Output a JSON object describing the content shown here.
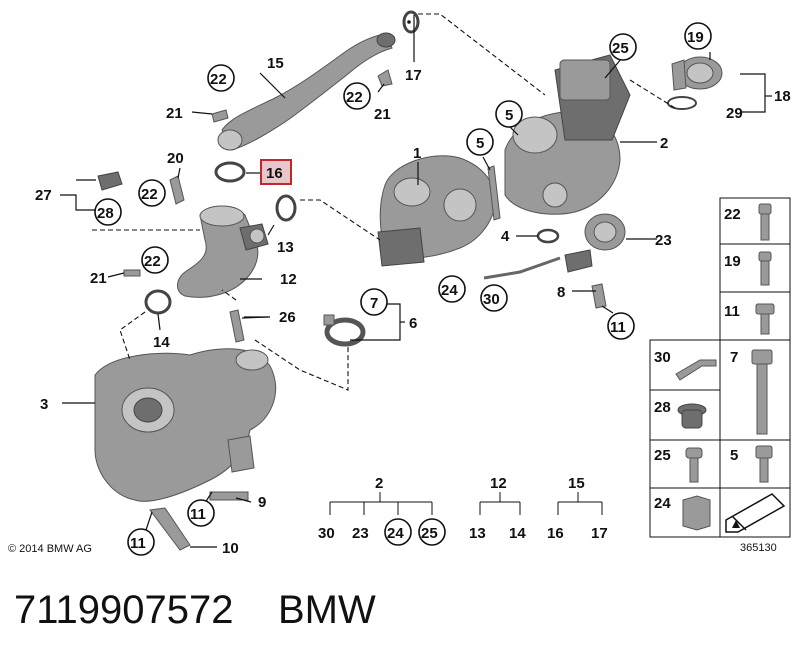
{
  "copyright": "© 2014 BMW AG",
  "image_number": "365130",
  "footer": {
    "part_number": "7119907572",
    "brand": "BMW"
  },
  "callouts": {
    "c1": "1",
    "c2a": "2",
    "c3": "3",
    "c4": "4",
    "c5a": "5",
    "c5b": "5",
    "c6": "6",
    "c7": "7",
    "c8": "8",
    "c9": "9",
    "c10": "10",
    "c11a": "11",
    "c11b": "11",
    "c11c": "11",
    "c12": "12",
    "c13": "13",
    "c14": "14",
    "c15": "15",
    "c16": "16",
    "c17": "17",
    "c18": "18",
    "c19": "19",
    "c20": "20",
    "c21a": "21",
    "c21b": "21",
    "c21c": "21",
    "c22a": "22",
    "c22b": "22",
    "c22c": "22",
    "c22d": "22",
    "c23": "23",
    "c24": "24",
    "c25": "25",
    "c26": "26",
    "c27": "27",
    "c28": "28",
    "c29": "29",
    "c30": "30"
  },
  "groups": [
    {
      "parent": "2",
      "children": [
        "30",
        "23",
        "24",
        "25"
      ],
      "circled": [
        "24",
        "25"
      ]
    },
    {
      "parent": "12",
      "children": [
        "13",
        "14"
      ],
      "circled": []
    },
    {
      "parent": "15",
      "children": [
        "16",
        "17"
      ],
      "circled": []
    }
  ],
  "legend": [
    {
      "num": "22",
      "icon": "screw-icon"
    },
    {
      "num": "19",
      "icon": "screw-icon"
    },
    {
      "num": "11",
      "icon": "flange-bolt-icon"
    },
    {
      "num": "30",
      "icon": "bracket-icon"
    },
    {
      "num": "7",
      "icon": "long-bolt-icon"
    },
    {
      "num": "28",
      "icon": "grommet-icon"
    },
    {
      "num": "25",
      "icon": "torx-screw-icon"
    },
    {
      "num": "5",
      "icon": "hex-bolt-icon"
    },
    {
      "num": "24",
      "icon": "nut-icon"
    }
  ]
}
